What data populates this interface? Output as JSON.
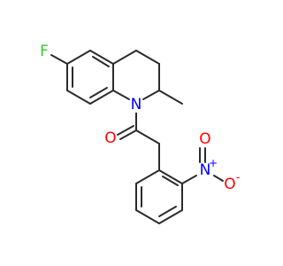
{
  "molecule": {
    "atoms": {
      "fluorine": {
        "symbol": "F",
        "color": "#33cc33"
      },
      "amide_nitrogen": {
        "symbol": "N",
        "color": "#0000ff"
      },
      "carbonyl_oxygen": {
        "symbol": "O",
        "color": "#ff0000"
      },
      "nitro_nitrogen": {
        "symbol": "N",
        "charge": "+",
        "color": "#0000ff"
      },
      "nitro_oxygen": {
        "symbol": "O",
        "charge": "-",
        "color": "#ff0000"
      }
    },
    "bond_color": "#2b2b2b",
    "background": "#ffffff"
  }
}
